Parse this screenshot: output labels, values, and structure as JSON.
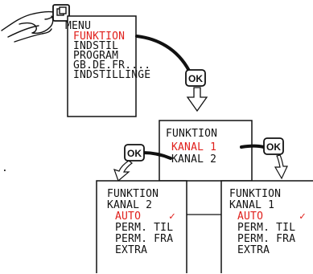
{
  "menu_screen": {
    "items": [
      "MENU",
      "FUNKTION",
      "INDSTIL",
      "PROGRAM",
      "GB.DE.FR....",
      "INDSTILLINGE"
    ],
    "highlighted_index": 1
  },
  "funktion_screen": {
    "items": [
      "FUNKTION",
      "KANAL 1",
      "KANAL 2"
    ],
    "highlighted_index": 1
  },
  "kanal2_screen": {
    "items": [
      "FUNKTION",
      "KANAL 2",
      "AUTO",
      "PERM. TIL",
      "PERM. FRA",
      "EXTRA"
    ],
    "highlighted_index": 2,
    "checkmark": "✓"
  },
  "kanal1_screen": {
    "items": [
      "FUNKTION",
      "KANAL 1",
      "AUTO",
      "PERM. TIL",
      "PERM. FRA",
      "EXTRA"
    ],
    "highlighted_index": 2,
    "checkmark": "✓"
  },
  "ok_buttons": {
    "label": "OK"
  },
  "colors": {
    "highlight": "#e0201c",
    "ink": "#111111"
  }
}
